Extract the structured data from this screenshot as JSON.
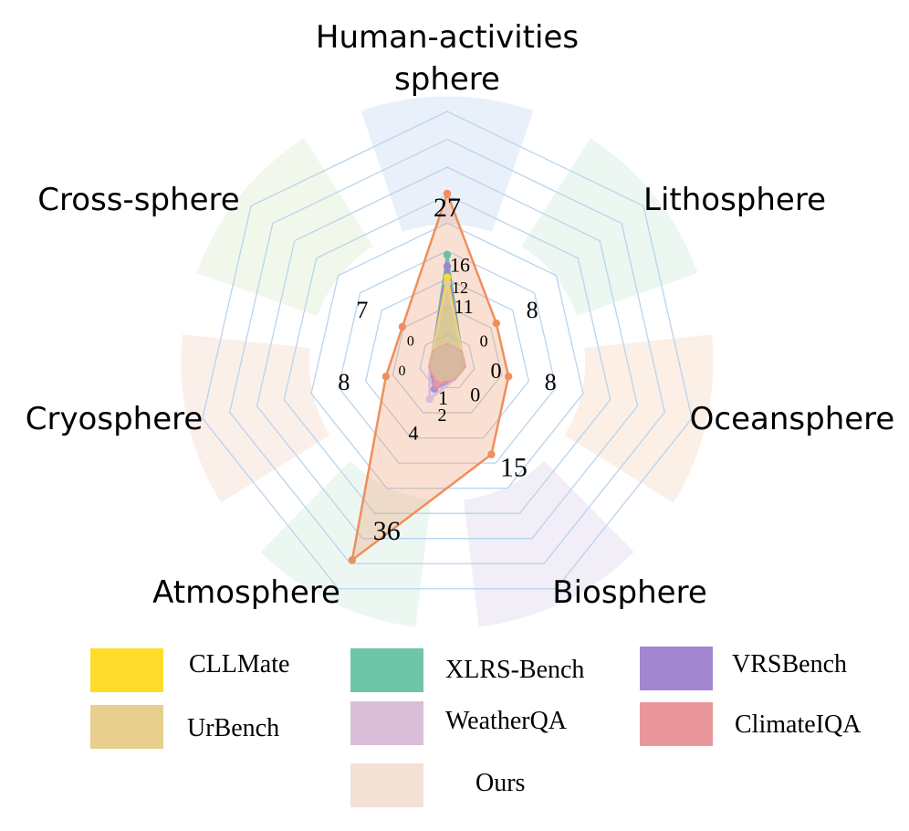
{
  "chart_data": {
    "type": "radar",
    "axes": [
      "Human-activities sphere",
      "Lithosphere",
      "Oceansphere",
      "Biosphere",
      "Atmosphere",
      "Cryosphere",
      "Cross-sphere"
    ],
    "axis_label_lines": [
      [
        "Human-activities",
        "sphere"
      ],
      [
        "Lithosphere"
      ],
      [
        "Oceansphere"
      ],
      [
        "Biosphere"
      ],
      [
        "Atmosphere"
      ],
      [
        "Cryosphere"
      ],
      [
        "Cross-sphere"
      ]
    ],
    "series": [
      {
        "name": "CLLMate",
        "color": "#FFD92F",
        "values": [
          12,
          0,
          0,
          0,
          0,
          0,
          0
        ]
      },
      {
        "name": "UrBench",
        "color": "#E8CF8E",
        "values": [
          11,
          0,
          0,
          0,
          0,
          0,
          0
        ]
      },
      {
        "name": "XLRS-Bench",
        "color": "#66C2A5",
        "values": [
          16,
          0,
          0,
          0,
          0,
          0,
          0
        ]
      },
      {
        "name": "VRSBench",
        "color": "#9F83CF",
        "values": [
          14,
          0,
          0,
          0,
          2,
          0,
          0
        ]
      },
      {
        "name": "WeatherQA",
        "color": "#D8BCD6",
        "values": [
          0,
          0,
          0,
          0,
          4,
          0,
          0
        ]
      },
      {
        "name": "ClimateIQA",
        "color": "#E8969A",
        "values": [
          0,
          0,
          0,
          0,
          1,
          0,
          0
        ]
      },
      {
        "name": "Ours",
        "color": "#EE8F5D",
        "values": [
          27,
          8,
          8,
          15,
          36,
          8,
          7
        ]
      }
    ],
    "value_labels": [
      {
        "text": "27",
        "axis": 0,
        "r": 0.62,
        "size": 30
      },
      {
        "text": "16",
        "axis": 0,
        "r": 0.39,
        "size": 22,
        "dx": 14
      },
      {
        "text": "12",
        "axis": 0,
        "r": 0.3,
        "size": 18,
        "dx": 14
      },
      {
        "text": "11",
        "axis": 0,
        "r": 0.225,
        "size": 22,
        "dx": 18
      },
      {
        "text": "8",
        "axis": 1,
        "r": 0.34,
        "size": 26,
        "dx": 20
      },
      {
        "text": "0",
        "axis": 1,
        "r": 0.14,
        "size": 18,
        "dx": 10
      },
      {
        "text": "8",
        "axis": 2,
        "r": 0.34,
        "size": 26,
        "dx": 22
      },
      {
        "text": "0",
        "axis": 2,
        "r": 0.14,
        "size": 24,
        "dx": 16
      },
      {
        "text": "15",
        "axis": 3,
        "r": 0.46,
        "size": 30,
        "dx": 18
      },
      {
        "text": "0",
        "axis": 3,
        "r": 0.14,
        "size": 22,
        "dx": 14
      },
      {
        "text": "36",
        "axis": 4,
        "r": 0.74,
        "size": 30,
        "dx": 22
      },
      {
        "text": "2",
        "axis": 4,
        "r": 0.23,
        "size": 20,
        "dx": 22
      },
      {
        "text": "1",
        "axis": 4,
        "r": 0.155,
        "size": 22,
        "dx": 14
      },
      {
        "text": "4",
        "axis": 4,
        "r": 0.31,
        "size": 22,
        "dx": 0
      },
      {
        "text": "8",
        "axis": 5,
        "r": 0.34,
        "size": 26,
        "dx": -22
      },
      {
        "text": "0",
        "axis": 5,
        "r": 0.14,
        "size": 16,
        "dx": -12
      },
      {
        "text": "7",
        "axis": 6,
        "r": 0.34,
        "size": 26,
        "dx": -20
      },
      {
        "text": "0",
        "axis": 6,
        "r": 0.14,
        "size": 16,
        "dx": -10
      }
    ],
    "grid": true,
    "legend": "bottom"
  },
  "legend": {
    "items": [
      {
        "label": "CLLMate",
        "color": "#FFDB2B"
      },
      {
        "label": "XLRS-Bench",
        "color": "#6FC5A8"
      },
      {
        "label": "VRSBench",
        "color": "#A287D0"
      },
      {
        "label": "UrBench",
        "color": "#E8CF8E"
      },
      {
        "label": "WeatherQA",
        "color": "#D9BED7"
      },
      {
        "label": "ClimateIQA",
        "color": "#E8969A"
      },
      {
        "label": "Ours",
        "color": "#F3E1D6"
      }
    ]
  }
}
